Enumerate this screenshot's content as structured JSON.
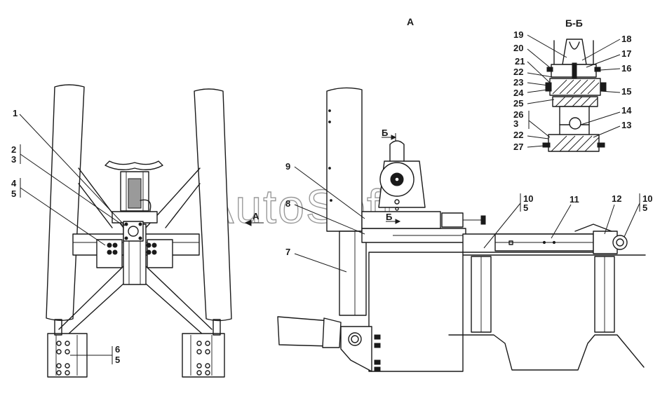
{
  "watermark": "AutoSoft",
  "view_labels": {
    "view_a": "А",
    "section_bb": "Б-Б",
    "section_mark_top": "Б",
    "section_mark_bottom": "Б",
    "arrow_a": "А"
  },
  "callouts": {
    "c1": "1",
    "c2": "2",
    "c3": "3",
    "c4": "4",
    "c5": "5",
    "c6": "6",
    "c6b": "5",
    "c7": "7",
    "c8": "8",
    "c9": "9",
    "c10a": "10",
    "c10a_sub": "5",
    "c11": "11",
    "c12": "12",
    "c10b": "10",
    "c10b_sub": "5",
    "c13": "13",
    "c14": "14",
    "c15": "15",
    "c16": "16",
    "c17": "17",
    "c18": "18",
    "c19": "19",
    "c20": "20",
    "c21": "21",
    "c22": "22",
    "c23": "23",
    "c24": "24",
    "c25": "25",
    "c26": "26",
    "c26_sub": "3",
    "c22b": "22",
    "c27": "27"
  }
}
